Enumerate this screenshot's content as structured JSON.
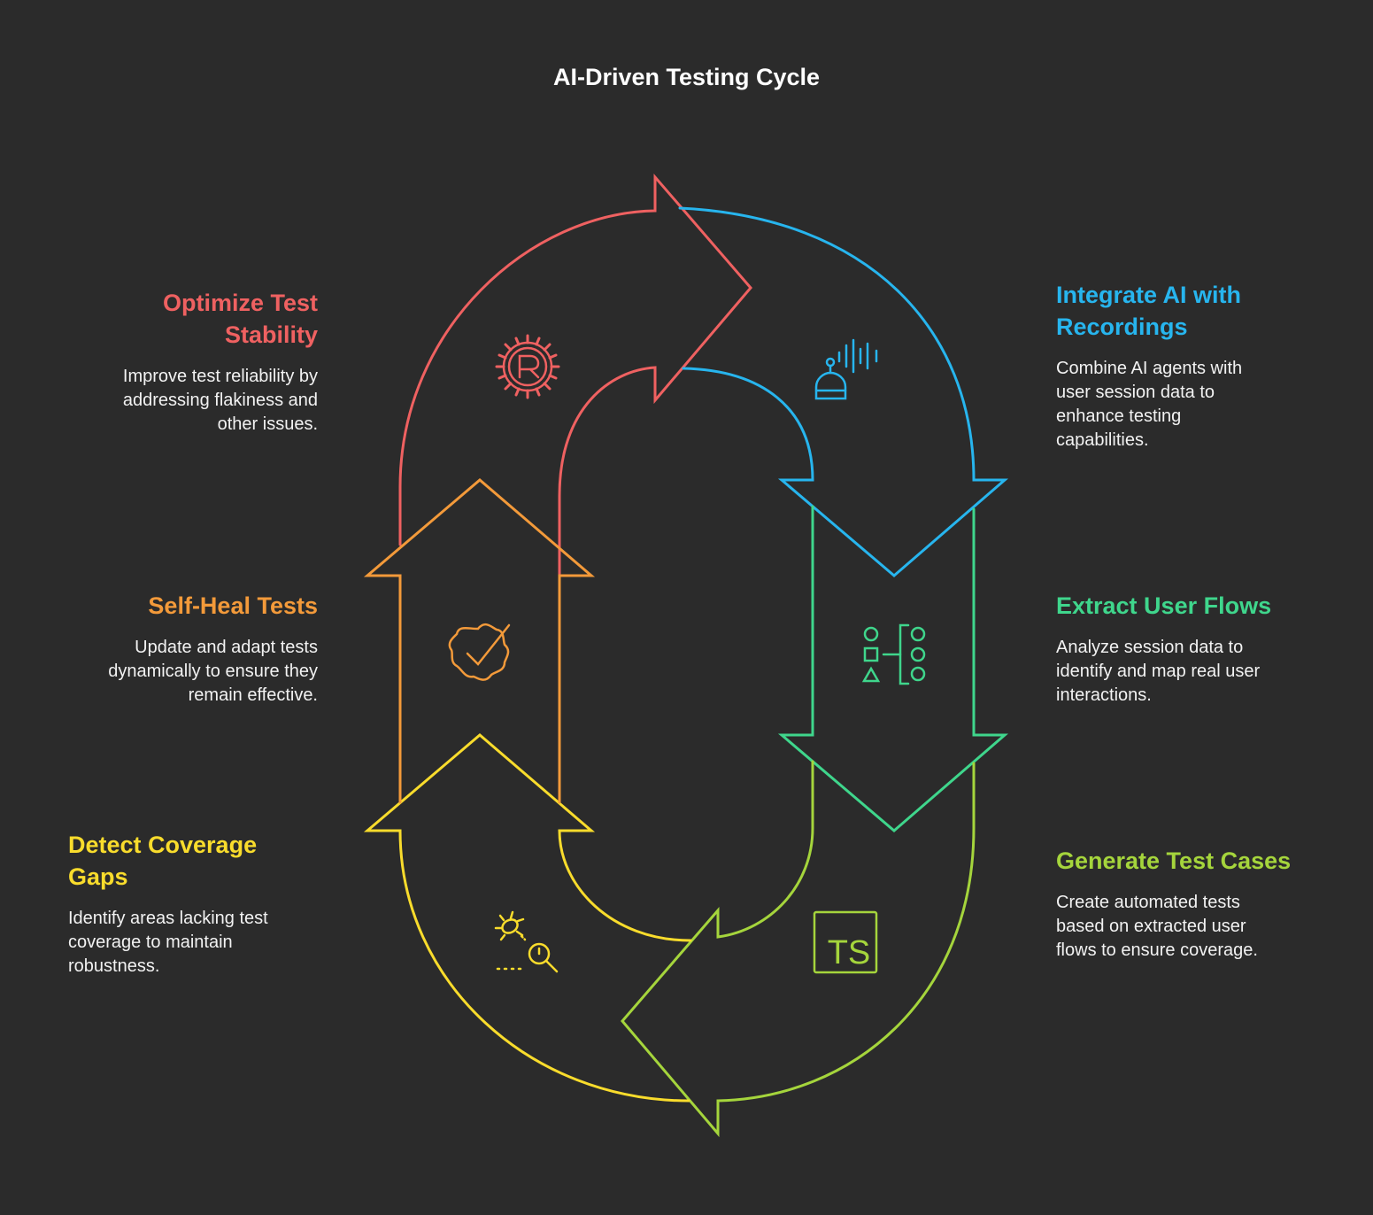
{
  "title": "AI-Driven Testing Cycle",
  "colors": {
    "background": "#2b2b2b",
    "red": "#ef6161",
    "blue": "#27b5ee",
    "green": "#3fd68c",
    "lime": "#a5d53c",
    "yellow": "#f9dc2c",
    "orange": "#f39a3a"
  },
  "steps": [
    {
      "id": "optimize",
      "title": "Optimize Test\nStability",
      "description": "Improve test reliability by\naddressing flakiness and\nother issues.",
      "color": "#ef6161",
      "icon": "rust-gear-icon"
    },
    {
      "id": "integrate",
      "title": "Integrate AI with\nRecordings",
      "description": "Combine AI agents with\nuser session data to\nenhance testing\ncapabilities.",
      "color": "#27b5ee",
      "icon": "robot-voice-icon"
    },
    {
      "id": "self-heal",
      "title": "Self-Heal Tests",
      "description": "Update and adapt tests\ndynamically to ensure they\nremain effective.",
      "color": "#f39a3a",
      "icon": "badge-check-icon"
    },
    {
      "id": "extract",
      "title": "Extract User Flows",
      "description": "Analyze session data to\nidentify and map real user\ninteractions.",
      "color": "#3fd68c",
      "icon": "flow-shapes-icon"
    },
    {
      "id": "detect",
      "title": "Detect Coverage\nGaps",
      "description": "Identify areas lacking test\ncoverage to maintain\nrobustness.",
      "color": "#f9dc2c",
      "icon": "bug-search-icon"
    },
    {
      "id": "generate",
      "title": "Generate Test Cases",
      "description": "Create automated tests\nbased on extracted user\nflows to ensure coverage.",
      "color": "#a5d53c",
      "icon": "typescript-icon"
    }
  ],
  "icon_labels": {
    "typescript": "TS"
  }
}
